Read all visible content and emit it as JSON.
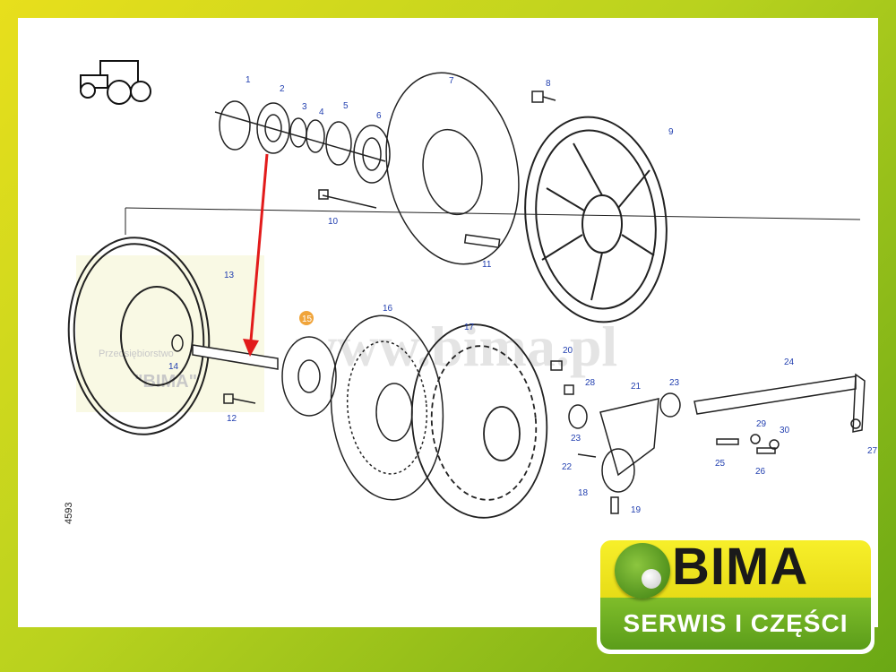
{
  "diagram": {
    "part_labels": [
      "1",
      "2",
      "3",
      "4",
      "5",
      "6",
      "7",
      "8",
      "9",
      "10",
      "11",
      "12",
      "13",
      "14",
      "15",
      "16",
      "17",
      "18",
      "19",
      "20",
      "21",
      "22",
      "23",
      "23",
      "24",
      "25",
      "26",
      "27",
      "28",
      "29",
      "30"
    ],
    "drawing_number": "4593"
  },
  "watermark": {
    "url": "www.bima.pl",
    "stamp_line": "Przedsiębiorstwo",
    "stamp_name": "\"BIMA\""
  },
  "logo": {
    "brand": "BIMA",
    "tagline": "SERWIS I CZĘŚCI"
  },
  "colors": {
    "label_blue": "#2340b0",
    "arrow_red": "#e21b1b",
    "logo_yellow": "#efe522",
    "logo_green": "#6aad22"
  },
  "icons": [
    "tractor-icon"
  ]
}
